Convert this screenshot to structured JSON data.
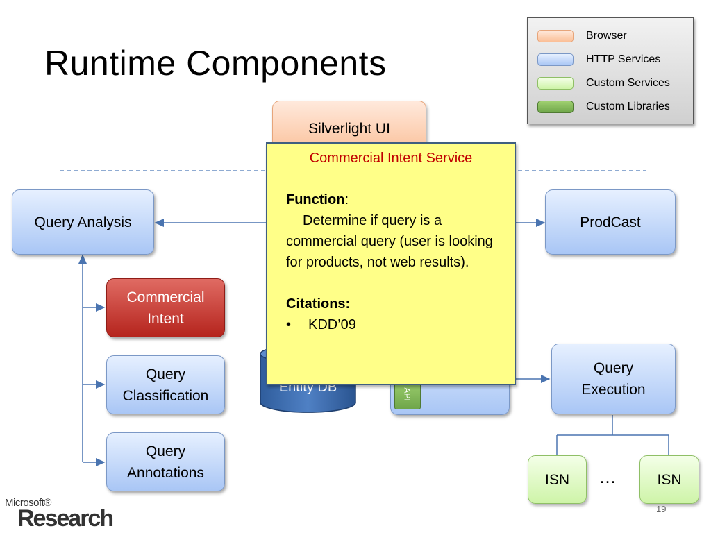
{
  "slide": {
    "title": "Runtime Components",
    "page_number": "19"
  },
  "legend": {
    "items": [
      {
        "label": "Browser",
        "color": "#fbbf97"
      },
      {
        "label": "HTTP Services",
        "color": "#a9c6f5"
      },
      {
        "label": "Custom Services",
        "color": "#cef4a8"
      },
      {
        "label": "Custom Libraries",
        "color": "#7faf4f"
      }
    ]
  },
  "nodes": {
    "silverlight_ui": "Silverlight UI",
    "query_analysis": "Query Analysis",
    "prodcast": "ProdCast",
    "commercial_intent": "Commercial Intent",
    "query_classification": "Query Classification",
    "query_annotations": "Query Annotations",
    "entity_db": "Entity DB",
    "api_label": "API",
    "query_execution": "Query Execution",
    "isn_left": "ISN",
    "isn_right": "ISN",
    "ellipsis": "…"
  },
  "popup": {
    "title": "Commercial Intent Service",
    "function_heading": "Function",
    "function_text": "Determine if query is a commercial query (user is looking for products, not web results).",
    "citations_heading": "Citations:",
    "citations": [
      "KDD’09"
    ]
  },
  "logo": {
    "line1": "Microsoft®",
    "line2": "Research"
  }
}
